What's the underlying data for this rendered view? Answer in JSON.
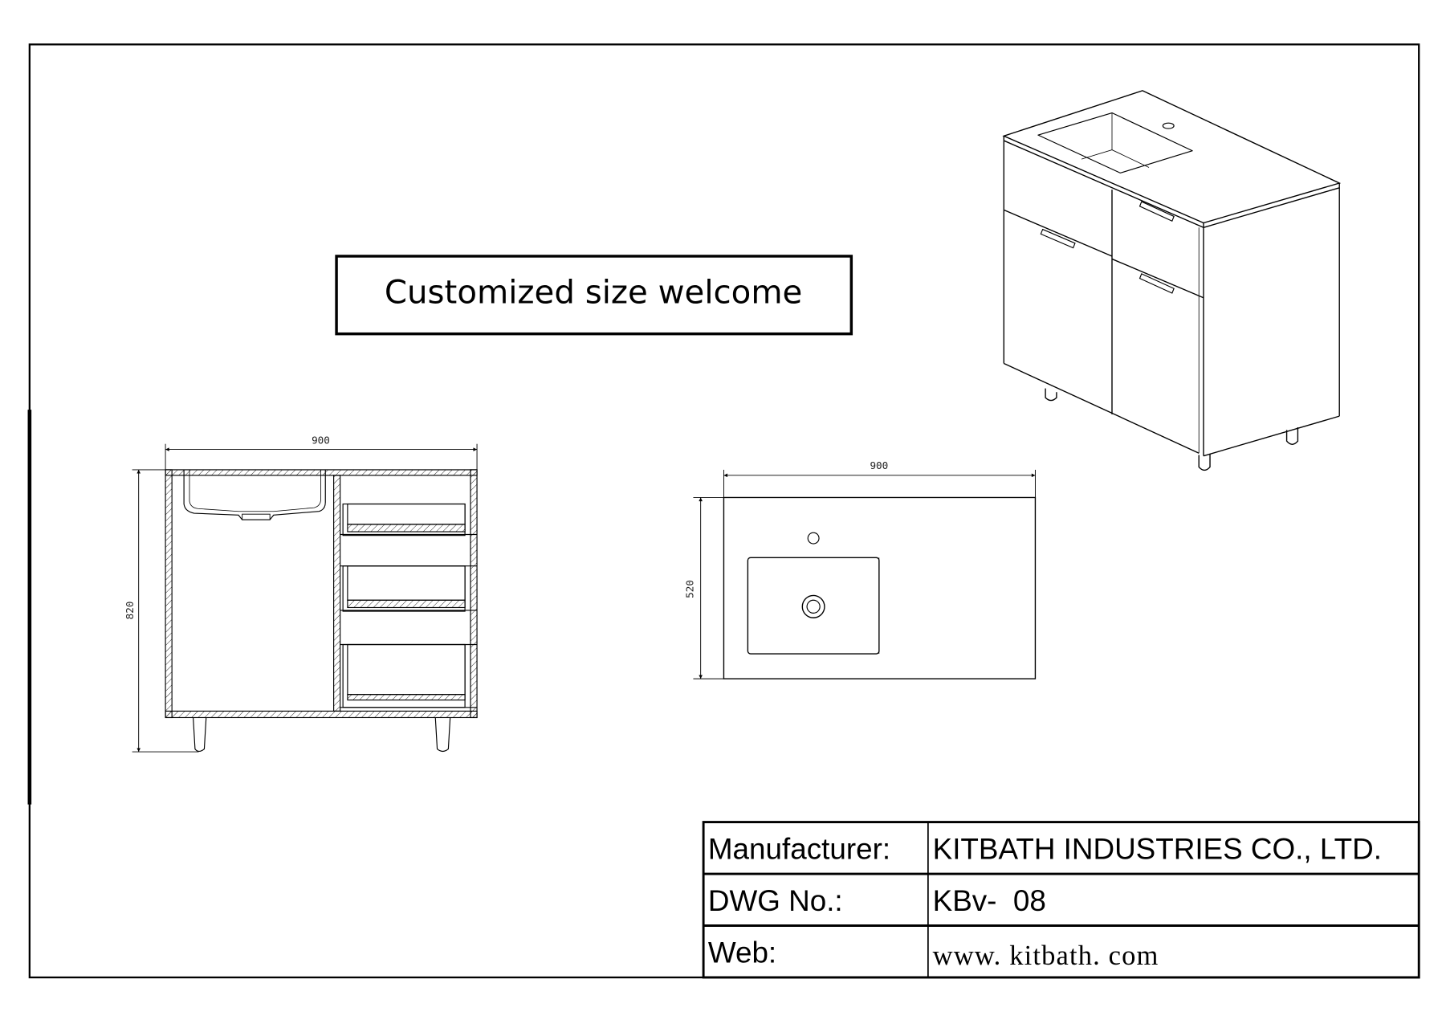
{
  "banner": {
    "text": "Customized size welcome"
  },
  "front_view": {
    "width_dim": "900",
    "height_dim": "820"
  },
  "top_view": {
    "width_dim": "900",
    "depth_dim": "520"
  },
  "title_block": {
    "rows": [
      {
        "label": "Manufacturer:",
        "value": "KITBATH INDUSTRIES CO., LTD."
      },
      {
        "label": "DWG No.:",
        "value": "KBv-  08"
      },
      {
        "label": "Web:",
        "value": "www. kitbath. com"
      }
    ]
  }
}
